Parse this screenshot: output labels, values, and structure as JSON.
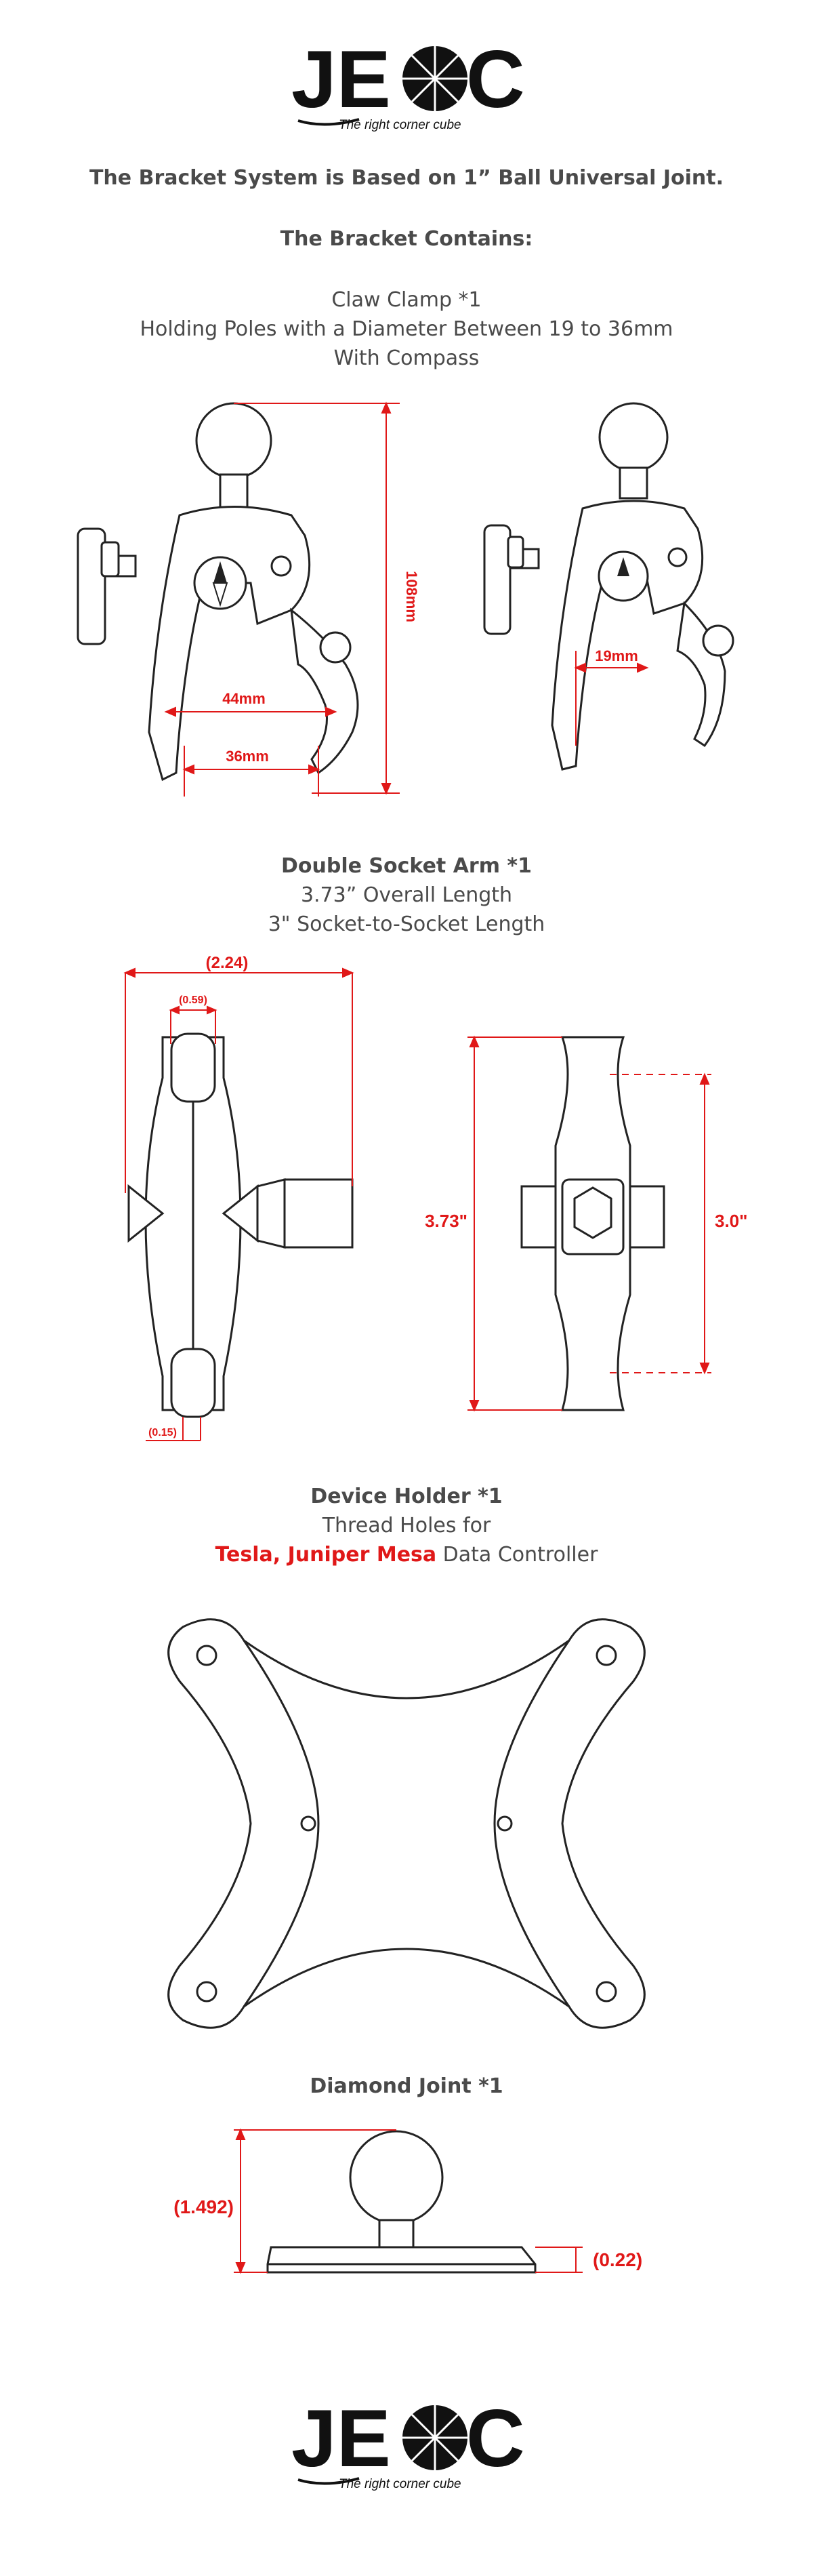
{
  "logo": {
    "brand_left": "JE",
    "brand_right": "C",
    "tagline": "The right corner cube"
  },
  "intro": {
    "line1": "The Bracket System is Based on 1” Ball Universal Joint.",
    "line2": "The Bracket Contains:"
  },
  "claw_clamp": {
    "title": "Claw Clamp *1",
    "line1": "Holding Poles with a Diameter Between 19 to 36mm",
    "line2": "With Compass",
    "dim_height": "108mm",
    "dim_outer": "44mm",
    "dim_inner": "36mm",
    "dim_min": "19mm"
  },
  "socket_arm": {
    "title": "Double Socket Arm *1",
    "line1": "3.73” Overall Length",
    "line2": "3\" Socket-to-Socket Length",
    "dim_width": "(2.24)",
    "dim_slot": "(0.59)",
    "dim_base": "(0.15)",
    "dim_overall": "3.73\"",
    "dim_socket": "3.0\""
  },
  "device_holder": {
    "title": "Device Holder *1",
    "line1": "Thread Holes for",
    "line2_red": "Tesla, Juniper Mesa",
    "line2_rest": " Data Controller"
  },
  "diamond_joint": {
    "title": "Diamond Joint *1",
    "dim_height": "(1.492)",
    "dim_base": "(0.22)"
  },
  "colors": {
    "dimension": "#e01818",
    "text": "#4a4a4a",
    "line": "#222222"
  }
}
